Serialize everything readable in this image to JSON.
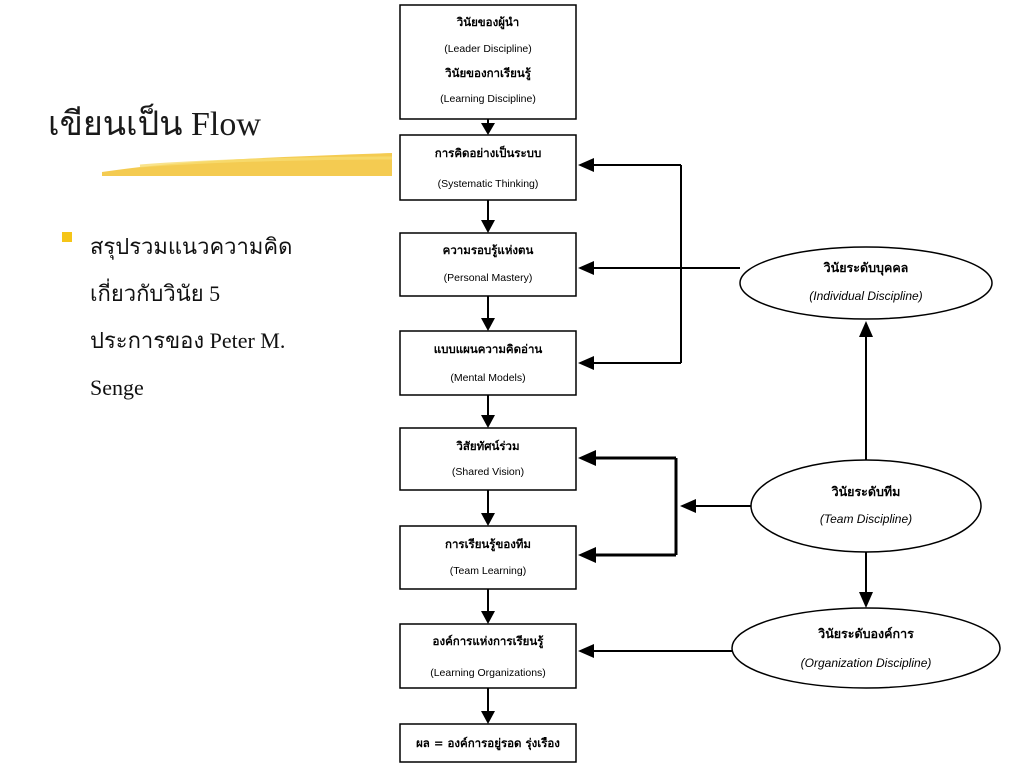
{
  "title": "เขียนเป็น Flow",
  "colors": {
    "bullet": "#f5c518",
    "highlight": "#f2c232"
  },
  "bullet": {
    "lines": [
      "สรุปรวมแนวความคิด",
      "เกี่ยวกับวินัย 5",
      "ประการของ Peter M.",
      "Senge"
    ]
  },
  "flow": {
    "steps": [
      {
        "th": "วินัยของผู้นำ",
        "en": "(Leader  Discipline)",
        "th2": "วินัยของกาเรียนรู้",
        "en2": "(Learning Discipline)"
      },
      {
        "th": "การคิดอย่างเป็นระบบ",
        "en": "(Systematic Thinking)"
      },
      {
        "th": "ความรอบรู้แห่งตน",
        "en": "(Personal Mastery)"
      },
      {
        "th": "แบบแผนความคิดอ่าน",
        "en": "(Mental Models)"
      },
      {
        "th": "วิสัยทัศน์ร่วม",
        "en": "(Shared Vision)"
      },
      {
        "th": "การเรียนรู้ของทีม",
        "en": "(Team Learning)"
      },
      {
        "th": "องค์การแห่งการเรียนรู้",
        "en": "(Learning Organizations)"
      },
      {
        "th": "ผล =  องค์การอยู่รอด รุ่งเรือง"
      }
    ],
    "levels": [
      {
        "th": "วินัยระดับบุคคล",
        "en": "(Individual Discipline)"
      },
      {
        "th": "วินัยระดับทีม",
        "en": "(Team Discipline)"
      },
      {
        "th": "วินัยระดับองค์การ",
        "en": "(Organization Discipline)"
      }
    ]
  }
}
